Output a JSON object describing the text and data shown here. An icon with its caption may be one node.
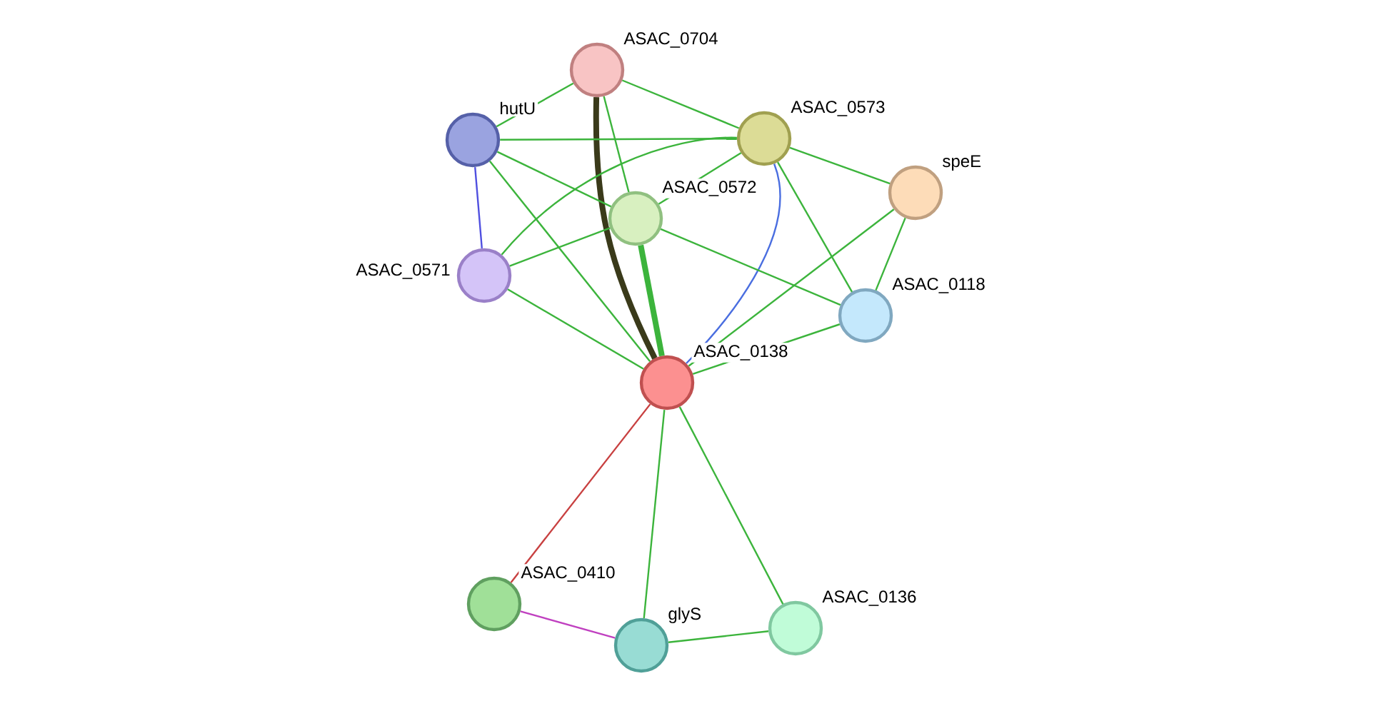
{
  "diagram": {
    "nodes": [
      {
        "text": [
          "ASAC_0704"
        ]
      },
      {
        "text": [
          "hutU"
        ]
      },
      {
        "text": [
          "ASAC_0573"
        ]
      },
      {
        "text": [
          "speE"
        ]
      },
      {
        "text": [
          "ASAC_0572"
        ]
      },
      {
        "text": [
          "ASAC_0571"
        ]
      },
      {
        "text": [
          "ASAC_0118"
        ]
      },
      {
        "text": [
          "ASAC_0138"
        ]
      },
      {
        "text": [
          "ASAC_0410"
        ]
      },
      {
        "text": [
          "glyS"
        ]
      },
      {
        "text": [
          "ASAC_0136"
        ]
      }
    ],
    "edges": [
      {
        "from": 0,
        "to": 1,
        "arrow": "none"
      },
      {
        "from": 0,
        "to": 2,
        "arrow": "none"
      },
      {
        "from": 0,
        "to": 4,
        "arrow": "none"
      },
      {
        "from": 0,
        "to": 7,
        "arrow": "none",
        "style": "thick",
        "color": "#3a3a1a"
      },
      {
        "from": 1,
        "to": 2,
        "arrow": "none"
      },
      {
        "from": 1,
        "to": 4,
        "arrow": "none"
      },
      {
        "from": 1,
        "to": 5,
        "arrow": "none",
        "color": "#5050e0"
      },
      {
        "from": 1,
        "to": 7,
        "arrow": "none"
      },
      {
        "from": 2,
        "to": 3,
        "arrow": "none"
      },
      {
        "from": 2,
        "to": 4,
        "arrow": "none"
      },
      {
        "from": 2,
        "to": 5,
        "arrow": "none"
      },
      {
        "from": 2,
        "to": 6,
        "arrow": "none"
      },
      {
        "from": 2,
        "to": 7,
        "arrow": "none",
        "color": "#4a6ee0"
      },
      {
        "from": 3,
        "to": 6,
        "arrow": "none"
      },
      {
        "from": 3,
        "to": 7,
        "arrow": "none"
      },
      {
        "from": 4,
        "to": 5,
        "arrow": "none"
      },
      {
        "from": 4,
        "to": 6,
        "arrow": "none"
      },
      {
        "from": 4,
        "to": 7,
        "arrow": "none",
        "style": "thick"
      },
      {
        "from": 5,
        "to": 7,
        "arrow": "none"
      },
      {
        "from": 6,
        "to": 7,
        "arrow": "none"
      },
      {
        "from": 7,
        "to": 8,
        "arrow": "none",
        "color": "#c84040"
      },
      {
        "from": 7,
        "to": 9,
        "arrow": "none"
      },
      {
        "from": 7,
        "to": 10,
        "arrow": "none"
      },
      {
        "from": 8,
        "to": 9,
        "arrow": "none",
        "color": "#c040c0"
      },
      {
        "from": 9,
        "to": 10,
        "arrow": "none"
      }
    ]
  }
}
